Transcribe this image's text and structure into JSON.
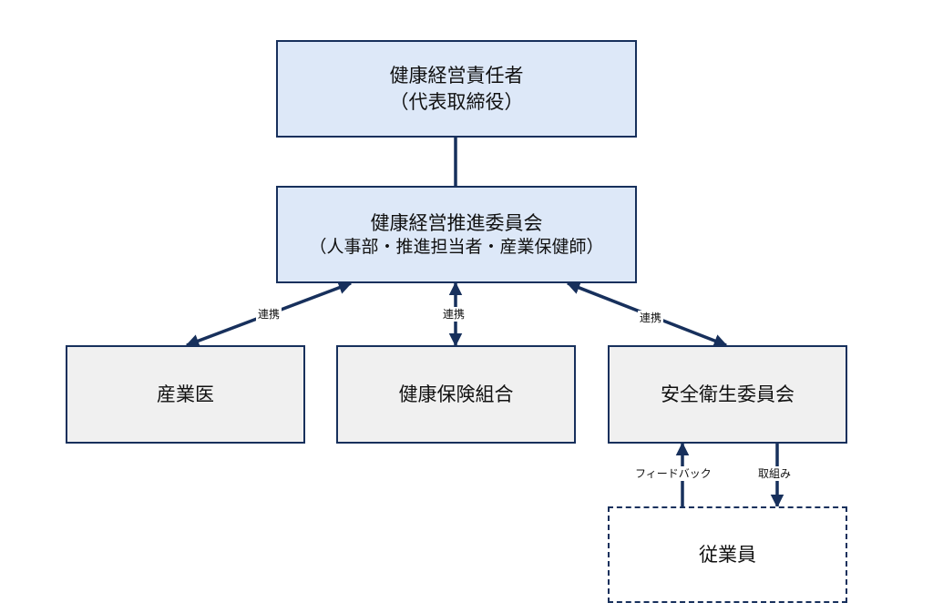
{
  "top": {
    "title": "健康経営責任者",
    "subtitle": "（代表取締役）"
  },
  "committee": {
    "title": "健康経営推進委員会",
    "subtitle": "（人事部・推進担当者・産業保健師）"
  },
  "partners": [
    {
      "label": "産業医"
    },
    {
      "label": "健康保険組合"
    },
    {
      "label": "安全衛生委員会"
    }
  ],
  "employees": {
    "label": "従業員"
  },
  "edge_labels": {
    "doctor": "連携",
    "insurance": "連携",
    "safety": "連携",
    "feedback": "フィードバック",
    "engagement": "取組み"
  },
  "colors": {
    "blue_fill": "#dde8f8",
    "gray_fill": "#f0f0f0",
    "line": "#17305c"
  }
}
